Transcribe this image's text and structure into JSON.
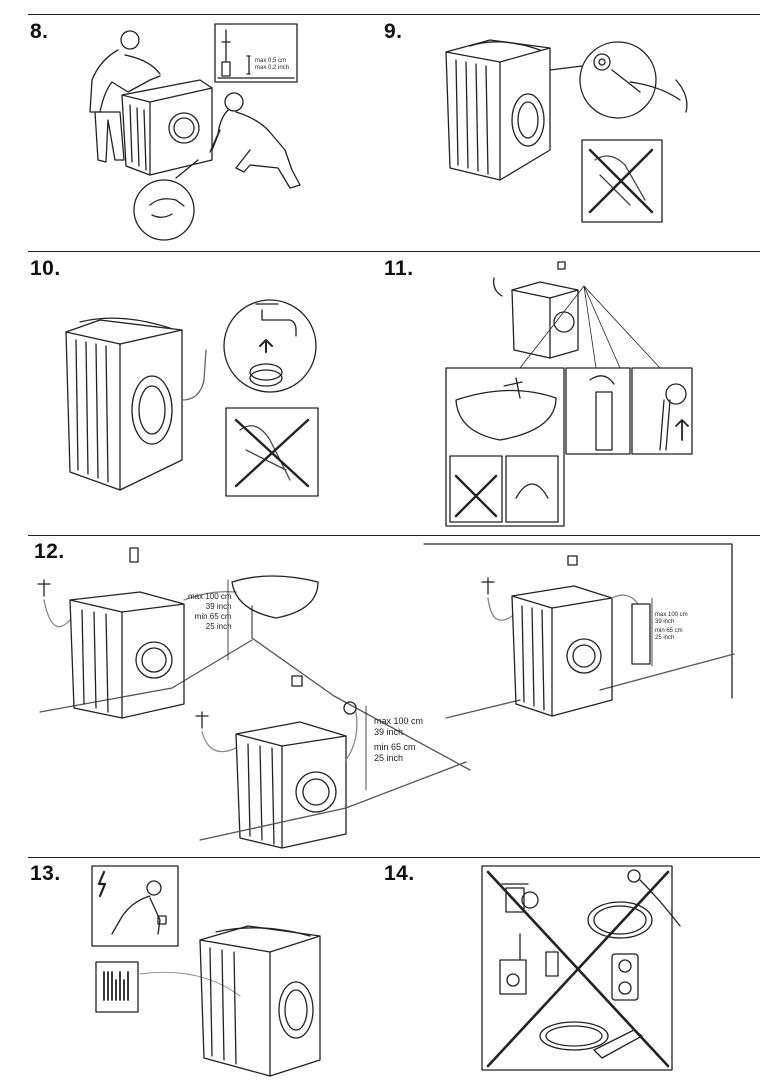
{
  "steps": {
    "s8": "8.",
    "s9": "9.",
    "s10": "10.",
    "s11": "11.",
    "s12": "12.",
    "s13": "13.",
    "s14": "14."
  },
  "step8_inset": {
    "line1": "max 0,5 cm",
    "line2": "max 0,2 inch"
  },
  "step12_dimensions": {
    "max_cm": "max 100 cm",
    "max_inch": "39 inch",
    "min_cm": "min 65 cm",
    "min_inch": "25 inch"
  },
  "colors": {
    "line": "#222222",
    "hose": "#888888",
    "floor": "#555555"
  },
  "icons": [
    "leveling-foot-icon",
    "transit-bolt-icon",
    "pliers-prohibited-icon",
    "water-tap-icon",
    "drain-hose-icon",
    "socket-icon",
    "electric-hazard-icon",
    "extension-cord-prohibited-icon"
  ]
}
